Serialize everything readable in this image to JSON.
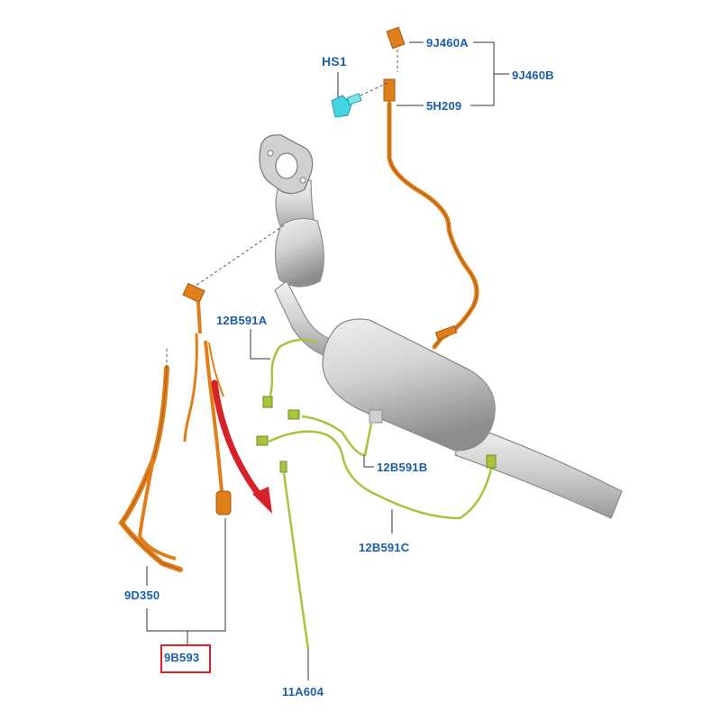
{
  "colors": {
    "label": "#1a5fa8",
    "leader": "#333333",
    "pipe": "#dadada",
    "pipe_edge": "#8c8c8c",
    "orange_harness": "#e07f1a",
    "green_wire": "#a6c43c",
    "sensor_cyan": "#46d4e0",
    "highlight_red": "#d6232a"
  },
  "icons": {
    "callout_arrow": "red-curved-arrow-icon",
    "sensor_bolt": "sensor-bolt-icon"
  },
  "labels": {
    "hs1": "HS1",
    "p9j460a": "9J460A",
    "p9j460b": "9J460B",
    "p5h209": "5H209",
    "p12b591a": "12B591A",
    "p12b591b": "12B591B",
    "p12b591c": "12B591C",
    "p9d350": "9D350",
    "p9b593": "9B593",
    "p11a604": "11A604"
  },
  "highlighted_part": "9B593"
}
